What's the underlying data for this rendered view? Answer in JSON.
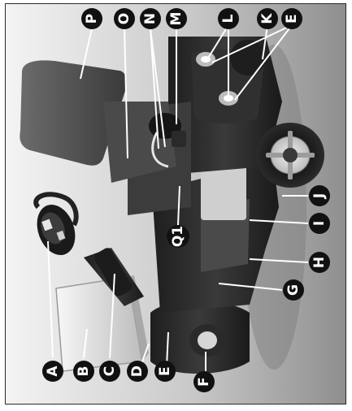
{
  "labels": {
    "A": "A",
    "B": "B",
    "C": "C",
    "D": "D",
    "E1": "E",
    "F": "F",
    "G": "G",
    "H": "H",
    "I": "I",
    "J": "J",
    "K": "K",
    "L": "L",
    "E2": "E",
    "M": "M",
    "N": "N",
    "O": "O",
    "P": "P",
    "Q1": "Q1"
  },
  "colors": {
    "background_top": "#f2f2f2",
    "background_bottom": "#9a9a9a",
    "body_dark": "#2b2b2b",
    "body_mid": "#555555",
    "seat": "#5a5a5a",
    "basket": "#dcdcdc",
    "badge_fill": "#111111",
    "badge_text": "#ffffff",
    "leader_line": "#ffffff"
  }
}
